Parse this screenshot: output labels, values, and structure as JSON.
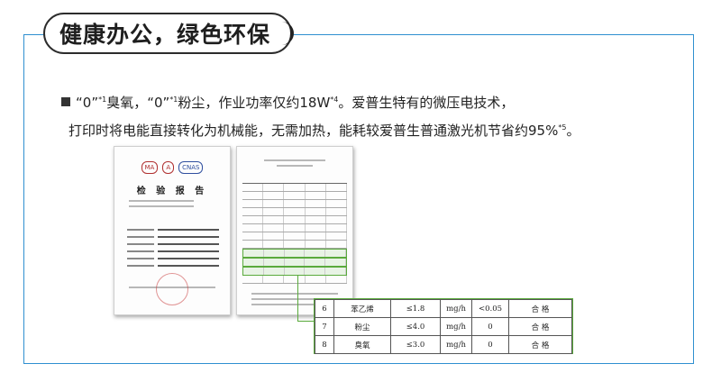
{
  "header": {
    "title": "健康办公，绿色环保"
  },
  "intro": {
    "line1_parts": [
      "“0”",
      "*1",
      "臭氧，“0”",
      "*1",
      "粉尘，作业功率仅约18W",
      "*4",
      "。爱普生特有的微压电技术，"
    ],
    "line2_parts": [
      "打印时将电能直接转化为机械能，无需加热，能耗较爱普生普通激光机节省约95%",
      "*5",
      "。"
    ]
  },
  "report": {
    "cover_title": "检 验 报 告",
    "logos": [
      "MA",
      "A",
      "CNAS"
    ]
  },
  "zoom_table": {
    "rows": [
      {
        "no": "6",
        "item": "苯乙烯",
        "limit": "≤1.8",
        "unit": "mg/h",
        "result": "<0.05",
        "verdict": "合 格"
      },
      {
        "no": "7",
        "item": "粉尘",
        "limit": "≤4.0",
        "unit": "mg/h",
        "result": "0",
        "verdict": "合 格"
      },
      {
        "no": "8",
        "item": "臭氧",
        "limit": "≤3.0",
        "unit": "mg/h",
        "result": "0",
        "verdict": "合 格"
      }
    ]
  },
  "colors": {
    "frame": "#2f8fd0",
    "highlight": "#5aaa3c"
  }
}
